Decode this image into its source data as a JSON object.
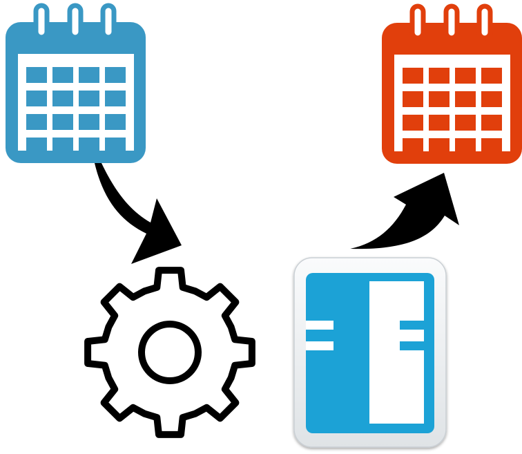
{
  "diagram": {
    "nodes": [
      {
        "id": "source-calendar",
        "icon": "calendar-icon",
        "color": "#3a98c4"
      },
      {
        "id": "processing-gear",
        "icon": "gear-icon",
        "color": "#000000"
      },
      {
        "id": "converter-app",
        "icon": "app-icon",
        "color": "#1ca2d6"
      },
      {
        "id": "target-calendar",
        "icon": "calendar-icon",
        "color": "#e13f0c"
      }
    ],
    "edges": [
      {
        "from": "source-calendar",
        "to": "processing-gear"
      },
      {
        "from": "converter-app",
        "to": "target-calendar"
      }
    ],
    "colors": {
      "source_calendar": "#3a98c4",
      "target_calendar": "#e13f0c",
      "app_blue": "#1ca2d6",
      "app_frame": "#eef1f3",
      "arrow": "#000000"
    }
  }
}
